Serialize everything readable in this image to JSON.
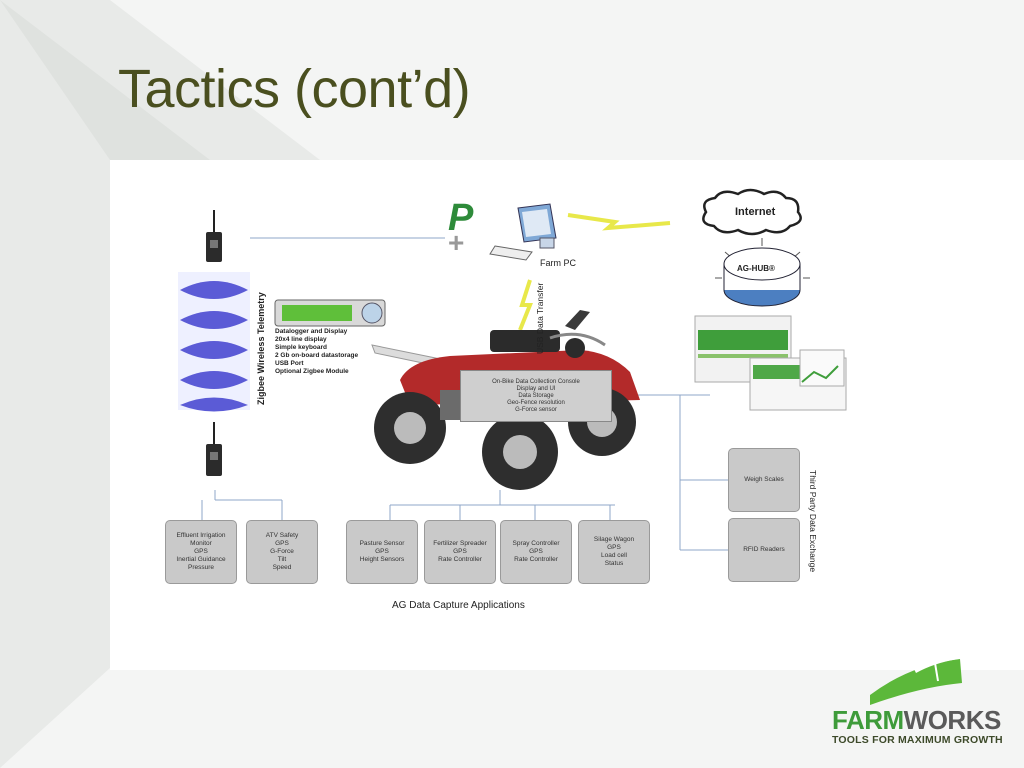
{
  "slide": {
    "title": "Tactics (cont’d)"
  },
  "diagram": {
    "farm_pc": "Farm PC",
    "internet": "Internet",
    "ag_hub": "AG-HUB®",
    "usb_transfer": "USB Data Transfer",
    "zigbee": "Zigbee Wireless Telemetry",
    "datalogger": [
      "Datalogger and Display",
      "20x4 line display",
      "Simple keyboard",
      "2 Gb on-board datastorage",
      "USB Port",
      "Optional Zigbee Module"
    ],
    "console": [
      "On-Bike Data Collection Console",
      "Display and UI",
      "Data Storage",
      "Geo-Fence resolution",
      "G-Force sensor"
    ],
    "third_party": "Third Party Data Exchange",
    "weigh_scales": "Weigh Scales",
    "rfid": "RFID Readers",
    "apps_label": "AG Data Capture Applications",
    "boxes": [
      [
        "Effluent Irrigation",
        "Monitor",
        "GPS",
        "Inertial Guidance",
        "Pressure"
      ],
      [
        "ATV Safety",
        "GPS",
        "G-Force",
        "Tilt",
        "Speed"
      ],
      [
        "Pasture Sensor",
        "GPS",
        "Height Sensors"
      ],
      [
        "Fertilizer Spreader",
        "GPS",
        "Rate Controller"
      ],
      [
        "Spray Controller",
        "GPS",
        "Rate Controller"
      ],
      [
        "Silage Wagon",
        "GPS",
        "Load cell",
        "Status"
      ]
    ]
  },
  "logo": {
    "farm": "FARM",
    "works": "WORKS",
    "tagline": "TOOLS FOR MAXIMUM GROWTH"
  }
}
